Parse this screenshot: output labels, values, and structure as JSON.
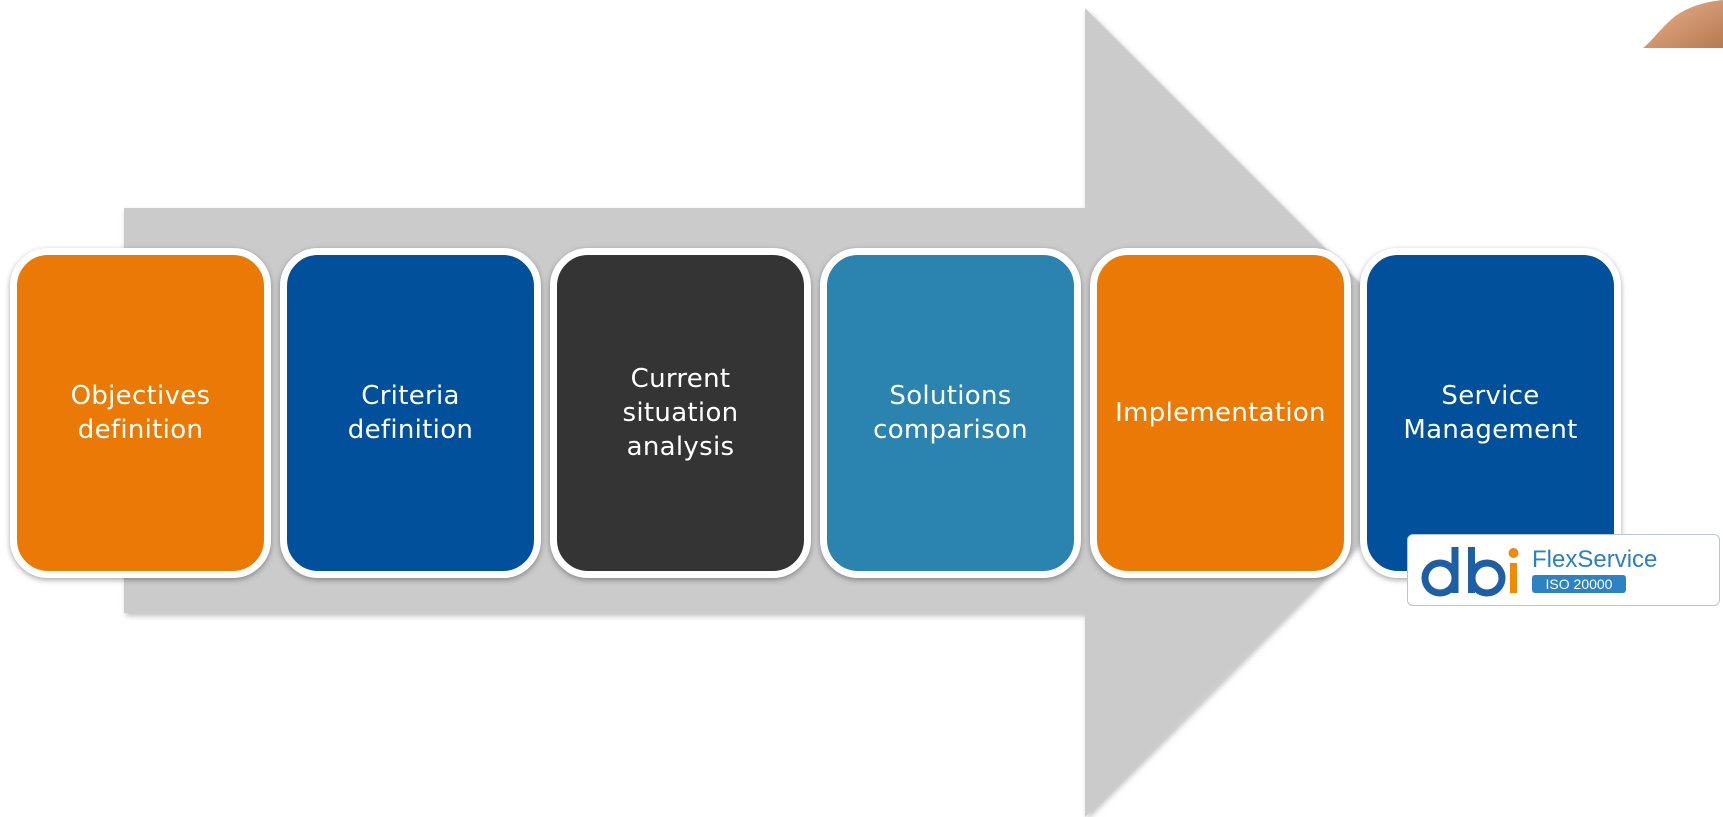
{
  "process": {
    "steps": [
      {
        "label": "Objectives\ndefinition",
        "color": "#ea7a05"
      },
      {
        "label": "Criteria\ndefinition",
        "color": "#00509c"
      },
      {
        "label": "Current\nsituation\nanalysis",
        "color": "#343434"
      },
      {
        "label": "Solutions\ncomparison",
        "color": "#2b83b0"
      },
      {
        "label": "Implementation",
        "color": "#ea7a05"
      },
      {
        "label": "Service\nManagement",
        "color": "#00509c"
      }
    ],
    "arrow_color": "#cbcbcb"
  },
  "logo": {
    "wordmark": "dbi",
    "product": "FlexService",
    "badge": "ISO 20000",
    "colors": {
      "blue": "#1d5fa5",
      "orange": "#f08a00",
      "badge": "#2b83c6"
    }
  }
}
